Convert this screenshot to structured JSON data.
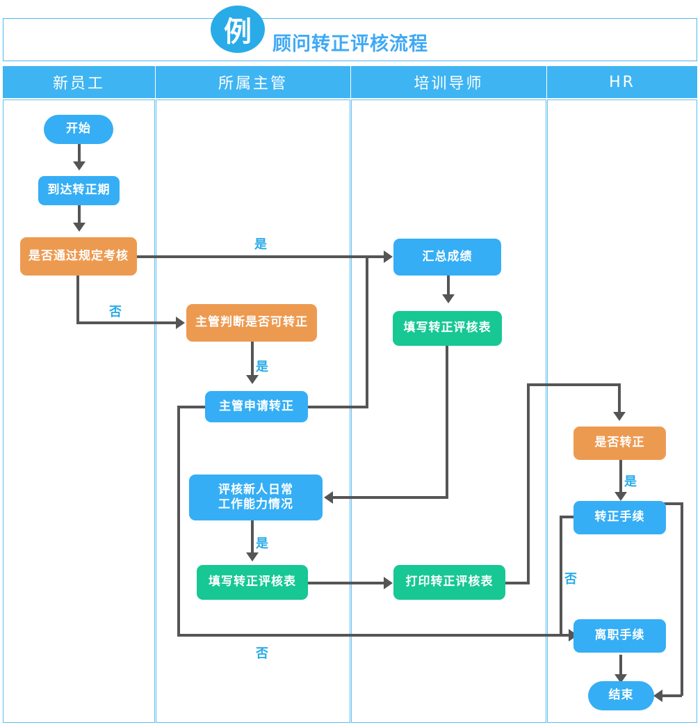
{
  "header": {
    "badge": "例",
    "title": "顾问转正评核流程"
  },
  "lanes": [
    {
      "id": "employee",
      "label": "新员工"
    },
    {
      "id": "supervisor",
      "label": "所属主管"
    },
    {
      "id": "trainer",
      "label": "培训导师"
    },
    {
      "id": "hr",
      "label": "HR"
    }
  ],
  "colors": {
    "blue": "#35AEF5",
    "orange": "#ED9A51",
    "green": "#17C794",
    "lane_header": "#3FB4F2",
    "lane_border": "#5BBDF0",
    "connector": "#555555",
    "label": "#29ABE8"
  },
  "nodes": [
    {
      "id": "start",
      "lane": "employee",
      "label": "开始",
      "shape": "pill",
      "color": "blue"
    },
    {
      "id": "reach",
      "lane": "employee",
      "label": "到达转正期",
      "shape": "rect",
      "color": "blue"
    },
    {
      "id": "pass_exam",
      "lane": "employee",
      "label": "是否通过规定考核",
      "shape": "rect",
      "color": "orange"
    },
    {
      "id": "sup_judge",
      "lane": "supervisor",
      "label": "主管判断是否可转正",
      "shape": "rect",
      "color": "orange"
    },
    {
      "id": "sup_apply",
      "lane": "supervisor",
      "label": "主管申请转正",
      "shape": "rect",
      "color": "blue"
    },
    {
      "id": "review_daily",
      "lane": "supervisor",
      "label": "评核新人日常\n工作能力情况",
      "line1": "评核新人日常",
      "line2": "工作能力情况",
      "shape": "rect",
      "color": "blue"
    },
    {
      "id": "fill_form_s",
      "lane": "supervisor",
      "label": "填写转正评核表",
      "shape": "rect",
      "color": "green"
    },
    {
      "id": "sum_score",
      "lane": "trainer",
      "label": "汇总成绩",
      "shape": "rect",
      "color": "blue"
    },
    {
      "id": "fill_form_t",
      "lane": "trainer",
      "label": "填写转正评核表",
      "shape": "rect",
      "color": "green"
    },
    {
      "id": "print_form",
      "lane": "trainer",
      "label": "打印转正评核表",
      "shape": "rect",
      "color": "green"
    },
    {
      "id": "confirm",
      "lane": "hr",
      "label": "是否转正",
      "shape": "rect",
      "color": "orange"
    },
    {
      "id": "regular_proc",
      "lane": "hr",
      "label": "转正手续",
      "shape": "rect",
      "color": "blue"
    },
    {
      "id": "leave_proc",
      "lane": "hr",
      "label": "离职手续",
      "shape": "rect",
      "color": "blue"
    },
    {
      "id": "end",
      "lane": "hr",
      "label": "结束",
      "shape": "pill",
      "color": "blue"
    }
  ],
  "edge_labels": {
    "pass_yes": "是",
    "pass_no": "否",
    "judge_yes": "是",
    "review_yes": "是",
    "confirm_yes": "是",
    "confirm_no": "否",
    "apply_no": "否"
  }
}
